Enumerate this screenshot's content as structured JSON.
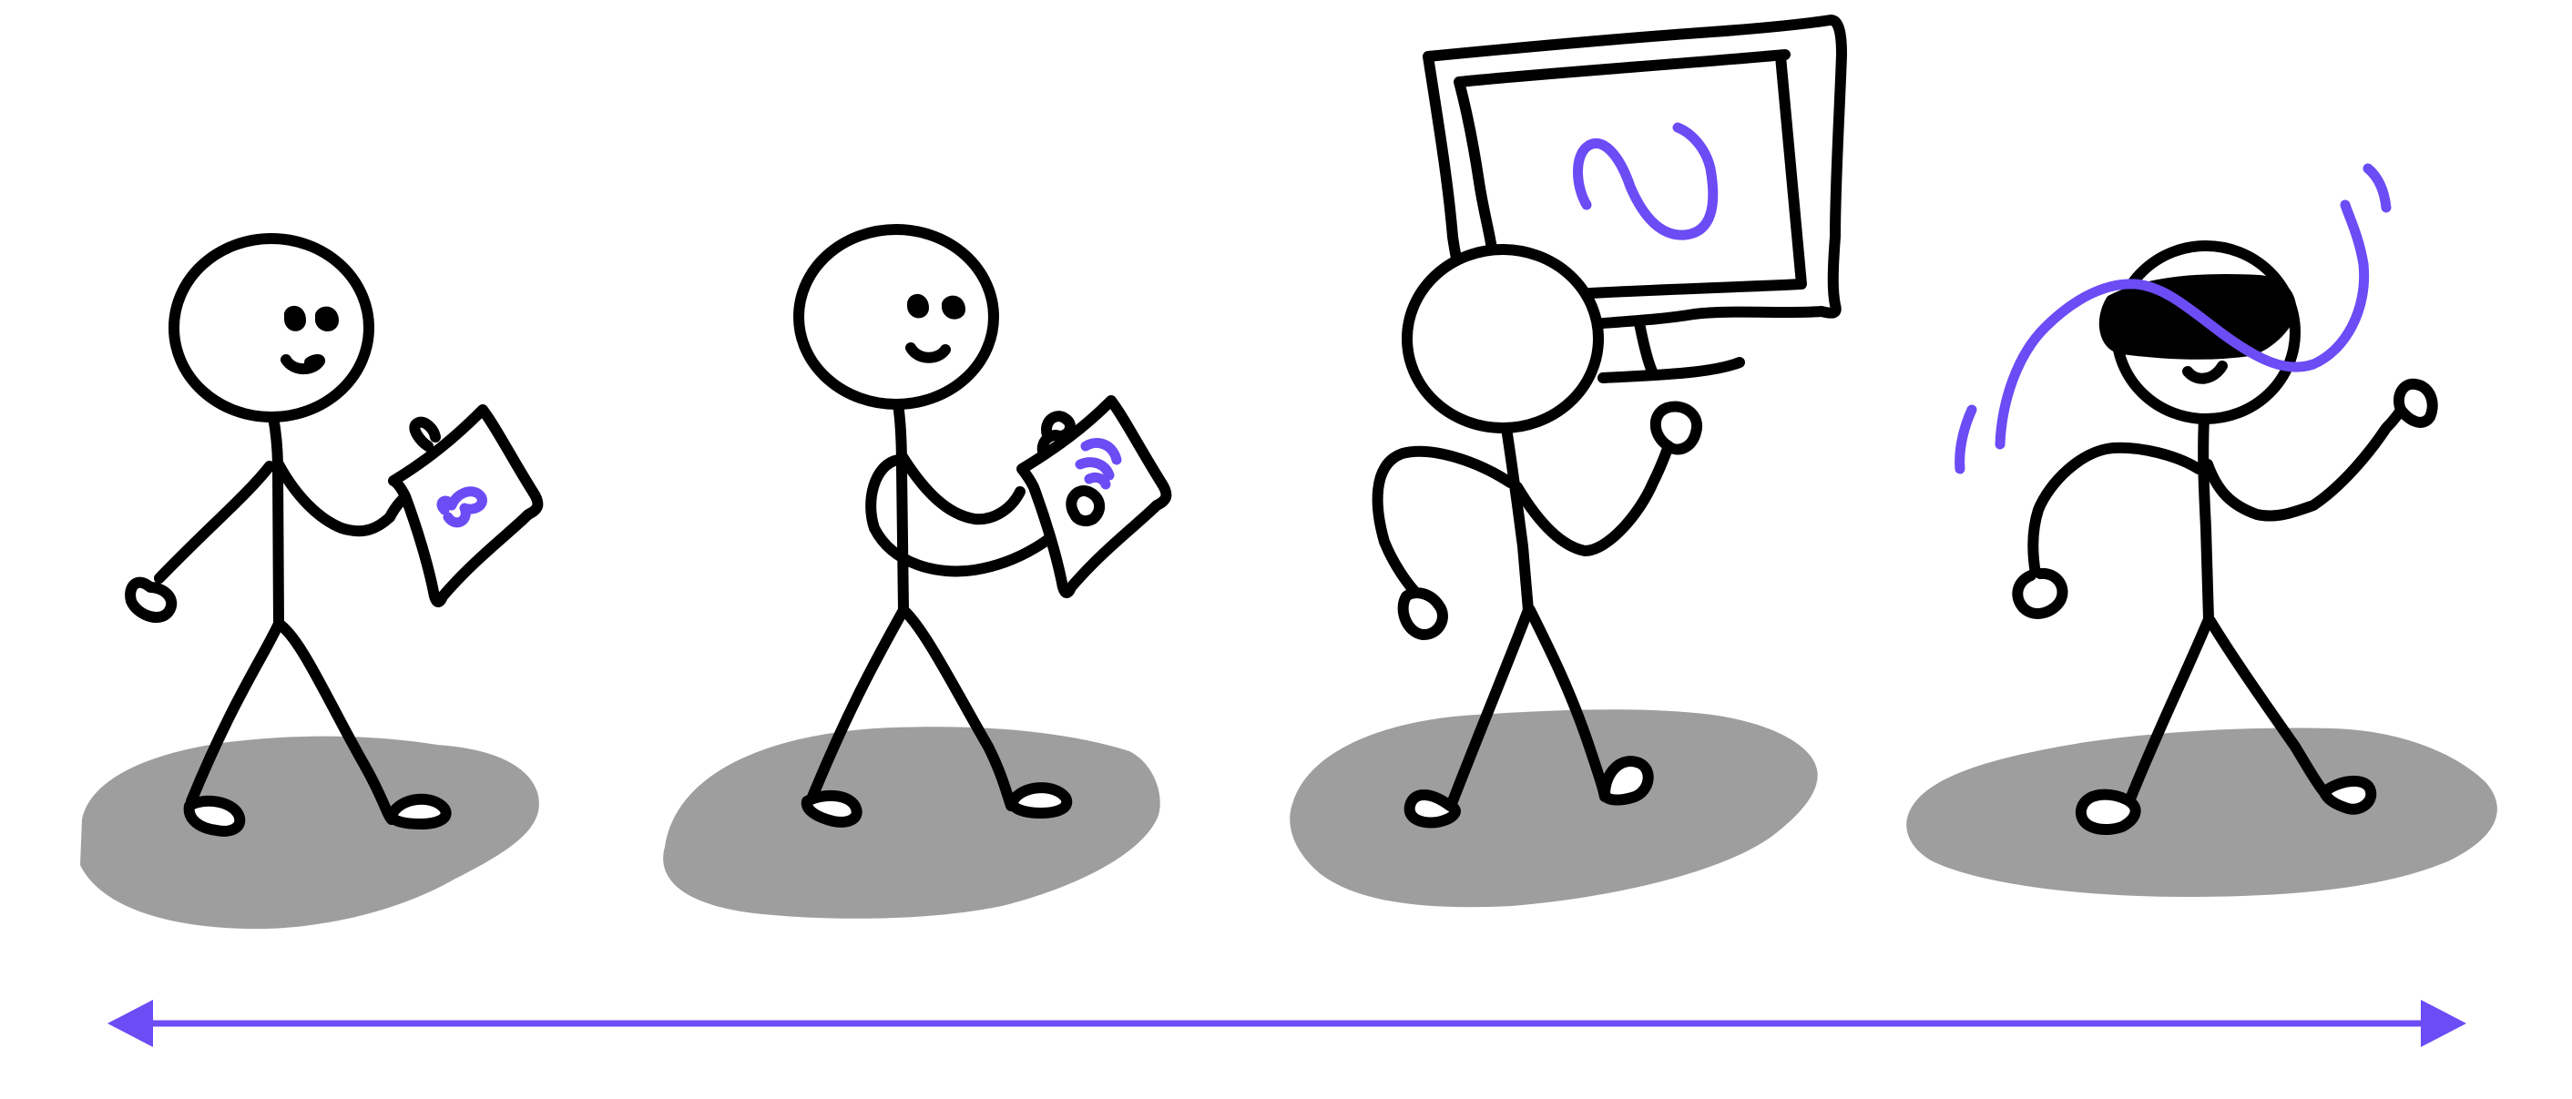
{
  "colors": {
    "ink": "#000000",
    "accent": "#6b4cf5",
    "shadow": "#9e9e9e",
    "background": "#ffffff"
  },
  "figures": [
    {
      "name": "person-reading-paper",
      "icon": "stick-figure-reading-icon"
    },
    {
      "name": "person-holding-paper",
      "icon": "stick-figure-holding-paper-icon"
    },
    {
      "name": "person-carrying-screen",
      "icon": "stick-figure-carrying-screen-icon"
    },
    {
      "name": "person-wearing-vr-headset",
      "icon": "stick-figure-vr-headset-icon"
    }
  ],
  "arrow": {
    "direction": "bidirectional",
    "icon": "double-headed-arrow-icon"
  }
}
